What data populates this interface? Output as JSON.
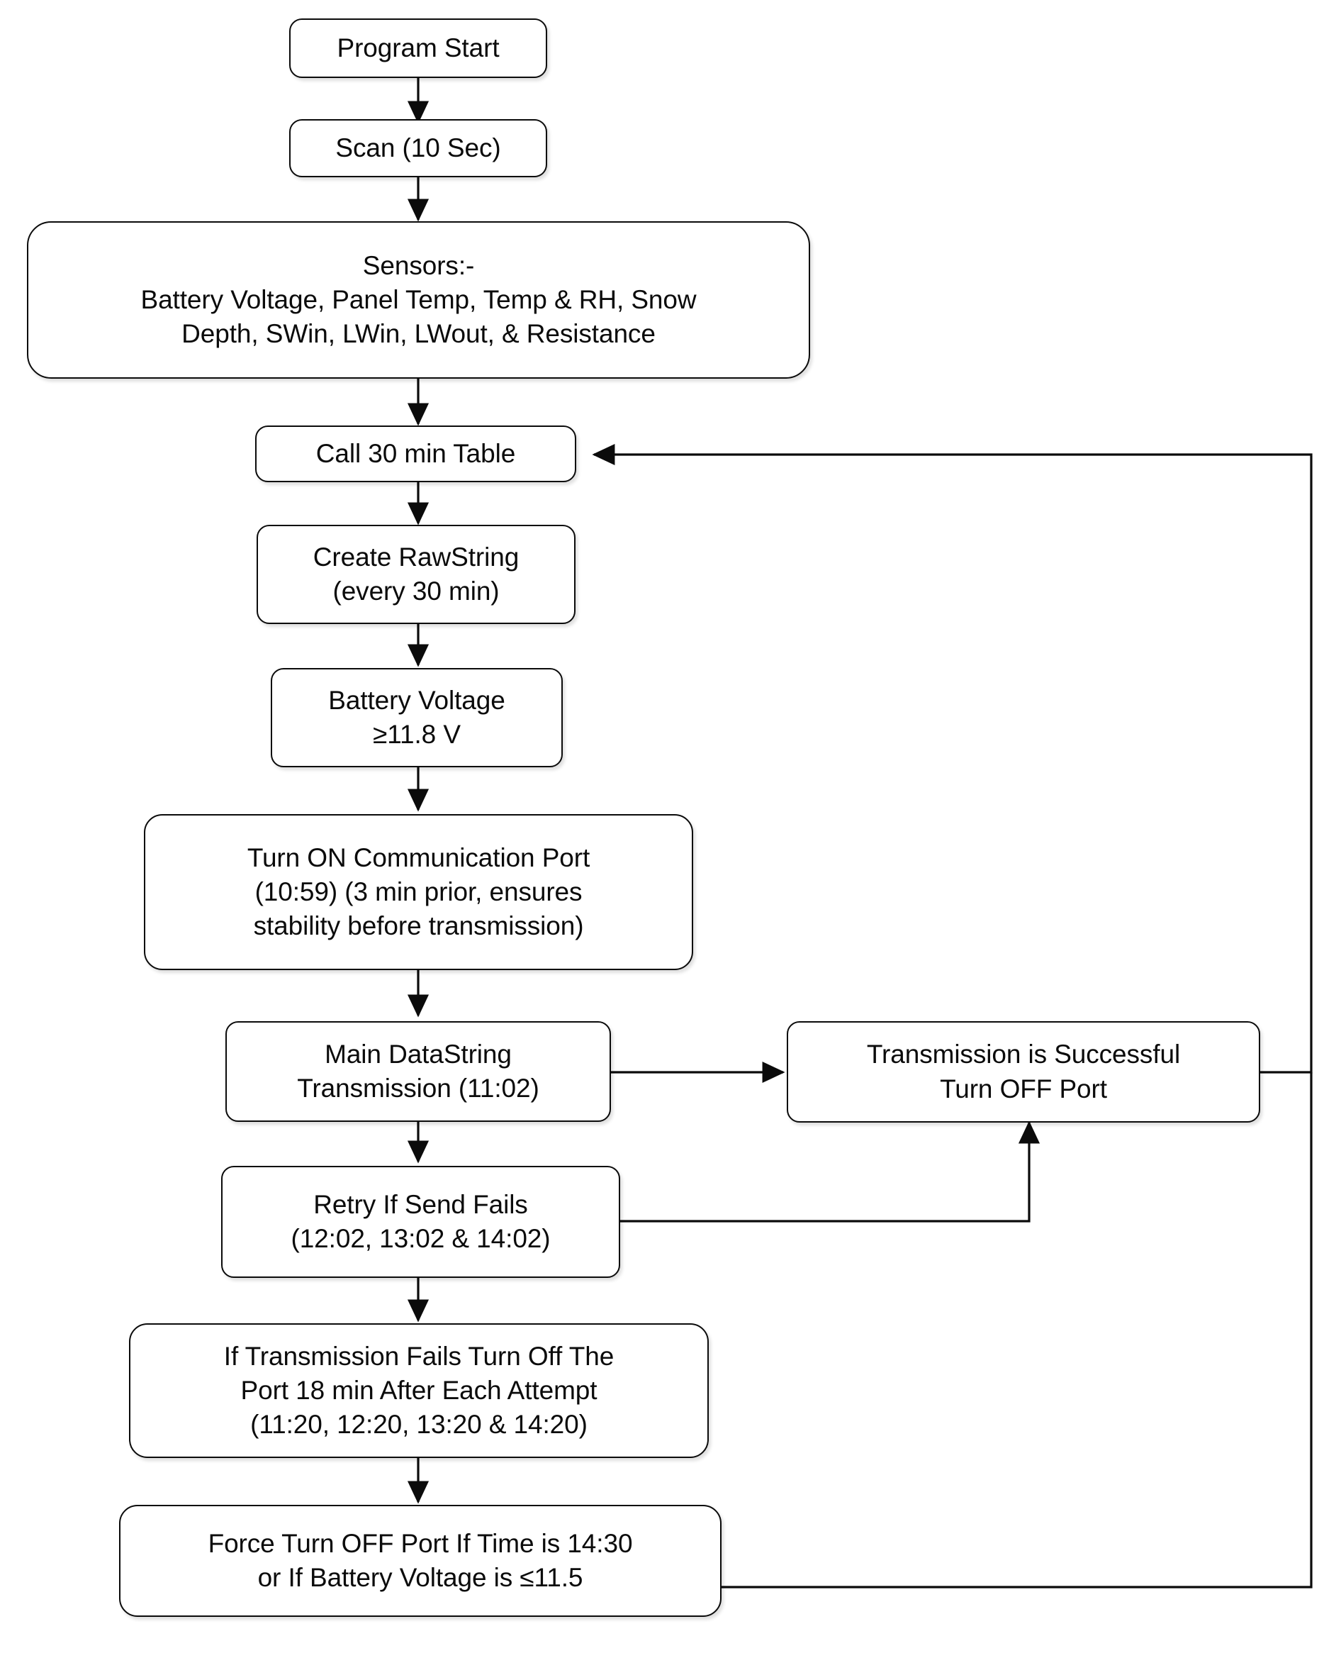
{
  "diagram": {
    "title": "Datalogger Program Flowchart",
    "stroke_color": "#0b0b0b",
    "fill_color": "#ffffff",
    "nodes": [
      {
        "id": "program-start",
        "label": "Program Start"
      },
      {
        "id": "scan",
        "label": "Scan (10 Sec)"
      },
      {
        "id": "sensors",
        "label": "Sensors:-\nBattery Voltage, Panel Temp, Temp & RH, Snow\nDepth, SWin, LWin, LWout, & Resistance"
      },
      {
        "id": "call-30-min-table",
        "label": "Call 30 min Table"
      },
      {
        "id": "create-rawstring",
        "label": "Create RawString\n(every 30 min)"
      },
      {
        "id": "battery-voltage",
        "label": "Battery Voltage\n≥11.8 V"
      },
      {
        "id": "turn-on-port",
        "label": "Turn ON Communication Port\n(10:59) (3 min prior, ensures\nstability before transmission)"
      },
      {
        "id": "main-datastring",
        "label": "Main DataString\nTransmission (11:02)"
      },
      {
        "id": "transmission-success",
        "label": "Transmission is Successful\nTurn OFF Port"
      },
      {
        "id": "retry-if-send-fails",
        "label": "Retry If Send Fails\n(12:02, 13:02 & 14:02)"
      },
      {
        "id": "transmission-fails",
        "label": "If Transmission Fails Turn Off The\nPort 18 min After Each Attempt\n(11:20, 12:20, 13:20 & 14:20)"
      },
      {
        "id": "force-turn-off",
        "label": "Force Turn OFF Port If Time is 14:30\nor If Battery  Voltage is ≤11.5"
      }
    ],
    "edges": [
      {
        "from": "program-start",
        "to": "scan",
        "kind": "down-arrow"
      },
      {
        "from": "scan",
        "to": "sensors",
        "kind": "down-arrow"
      },
      {
        "from": "sensors",
        "to": "call-30-min-table",
        "kind": "down-arrow"
      },
      {
        "from": "call-30-min-table",
        "to": "create-rawstring",
        "kind": "down-arrow"
      },
      {
        "from": "create-rawstring",
        "to": "battery-voltage",
        "kind": "down-arrow"
      },
      {
        "from": "battery-voltage",
        "to": "turn-on-port",
        "kind": "down-arrow"
      },
      {
        "from": "turn-on-port",
        "to": "main-datastring",
        "kind": "down-arrow"
      },
      {
        "from": "main-datastring",
        "to": "transmission-success",
        "kind": "right-arrow"
      },
      {
        "from": "main-datastring",
        "to": "retry-if-send-fails",
        "kind": "down-arrow"
      },
      {
        "from": "retry-if-send-fails",
        "to": "transmission-success",
        "kind": "elbow-up-arrow"
      },
      {
        "from": "retry-if-send-fails",
        "to": "transmission-fails",
        "kind": "down-arrow"
      },
      {
        "from": "transmission-fails",
        "to": "force-turn-off",
        "kind": "down-arrow"
      },
      {
        "from": "transmission-success",
        "to": "call-30-min-table",
        "kind": "loop-back-arrow"
      },
      {
        "from": "force-turn-off",
        "to": "call-30-min-table",
        "kind": "loop-back-join"
      }
    ]
  }
}
